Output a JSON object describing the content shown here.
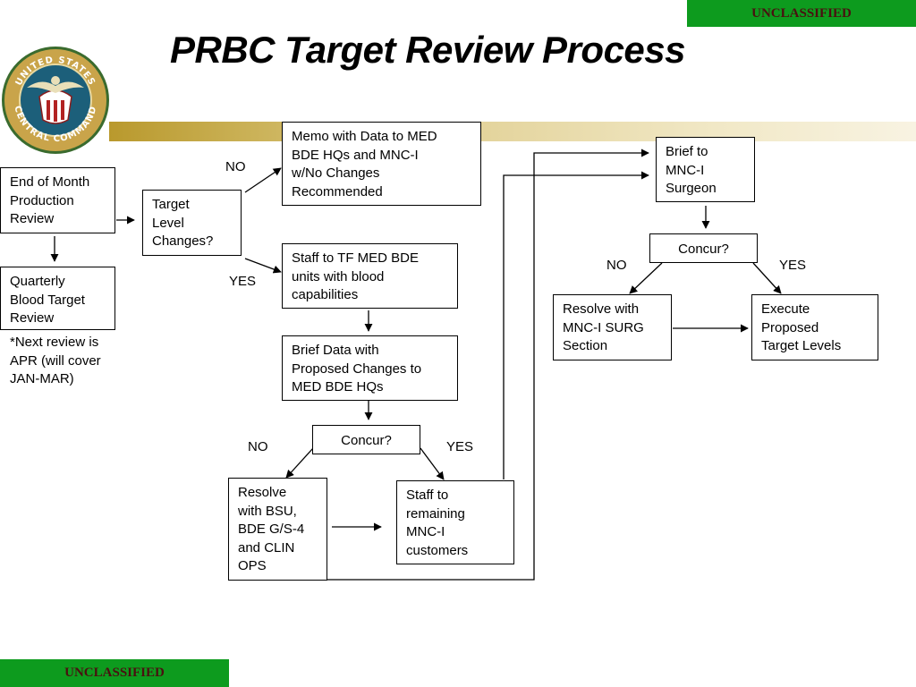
{
  "banners": {
    "top": "UNCLASSIFIED",
    "bottom": "UNCLASSIFIED"
  },
  "title": "PRBC Target  Review Process",
  "seal": {
    "text_top": "UNITED STATES",
    "text_bottom": "CENTRAL COMMAND",
    "colors": {
      "ring": "#c9a44a",
      "field": "#1c5f7a",
      "border": "#3a6b2e"
    }
  },
  "nodes": {
    "end_of_month": "End of Month\nProduction\nReview",
    "quarterly": "Quarterly\nBlood Target\nReview",
    "target_level": "Target\nLevel\nChanges?",
    "memo": "Memo with Data to MED\nBDE HQs and MNC-I\nw/No Changes\nRecommended",
    "staff_tf_med": "Staff to TF MED BDE\nunits with blood\ncapabilities",
    "brief_data": "Brief Data with\nProposed Changes to\nMED BDE HQs",
    "concur_1": "Concur?",
    "resolve_bsu": "Resolve\nwith BSU,\nBDE G/S-4\nand CLIN\nOPS",
    "staff_remaining": "Staff to\nremaining\nMNC-I\ncustomers",
    "brief_surgeon": "Brief to\nMNC-I\nSurgeon",
    "concur_2": "Concur?",
    "resolve_surg": "Resolve with\nMNC-I SURG\nSection",
    "execute": "Execute\nProposed\nTarget Levels"
  },
  "labels": {
    "no_1": "NO",
    "yes_1": "YES",
    "no_2": "NO",
    "yes_2": "YES",
    "no_3": "NO",
    "yes_3": "YES"
  },
  "note": "*Next review is\nAPR (will cover\nJAN-MAR)"
}
